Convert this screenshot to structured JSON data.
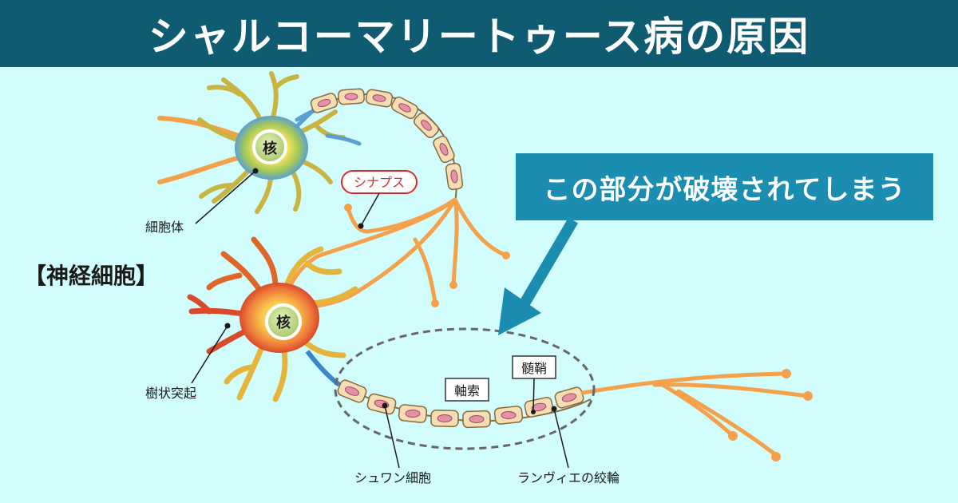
{
  "header": {
    "title": "シャルコーマリートゥース病の原因"
  },
  "callout": {
    "text": "この部分が破壊されてしまう"
  },
  "labels": {
    "diagram_title": "【神経細胞】",
    "nucleus_top": "核",
    "nucleus_bottom": "核",
    "synapse": "シナプス",
    "cell_body": "細胞体",
    "dendrite": "樹状突起",
    "axon": "軸索",
    "myelin": "髄鞘",
    "schwann": "シュワン細胞",
    "ranvier": "ランヴィエの絞輪"
  },
  "colors": {
    "header_bg": "#0f5c72",
    "background": "#d2fdfd",
    "callout_bg": "#1a8db0",
    "arrow": "#1a8db0",
    "nerve_fiber": "#f5a04a",
    "myelin_segment": "#f5deb3",
    "schwann_nucleus": "#e592a8",
    "synapse_label": "#d92b2b"
  }
}
